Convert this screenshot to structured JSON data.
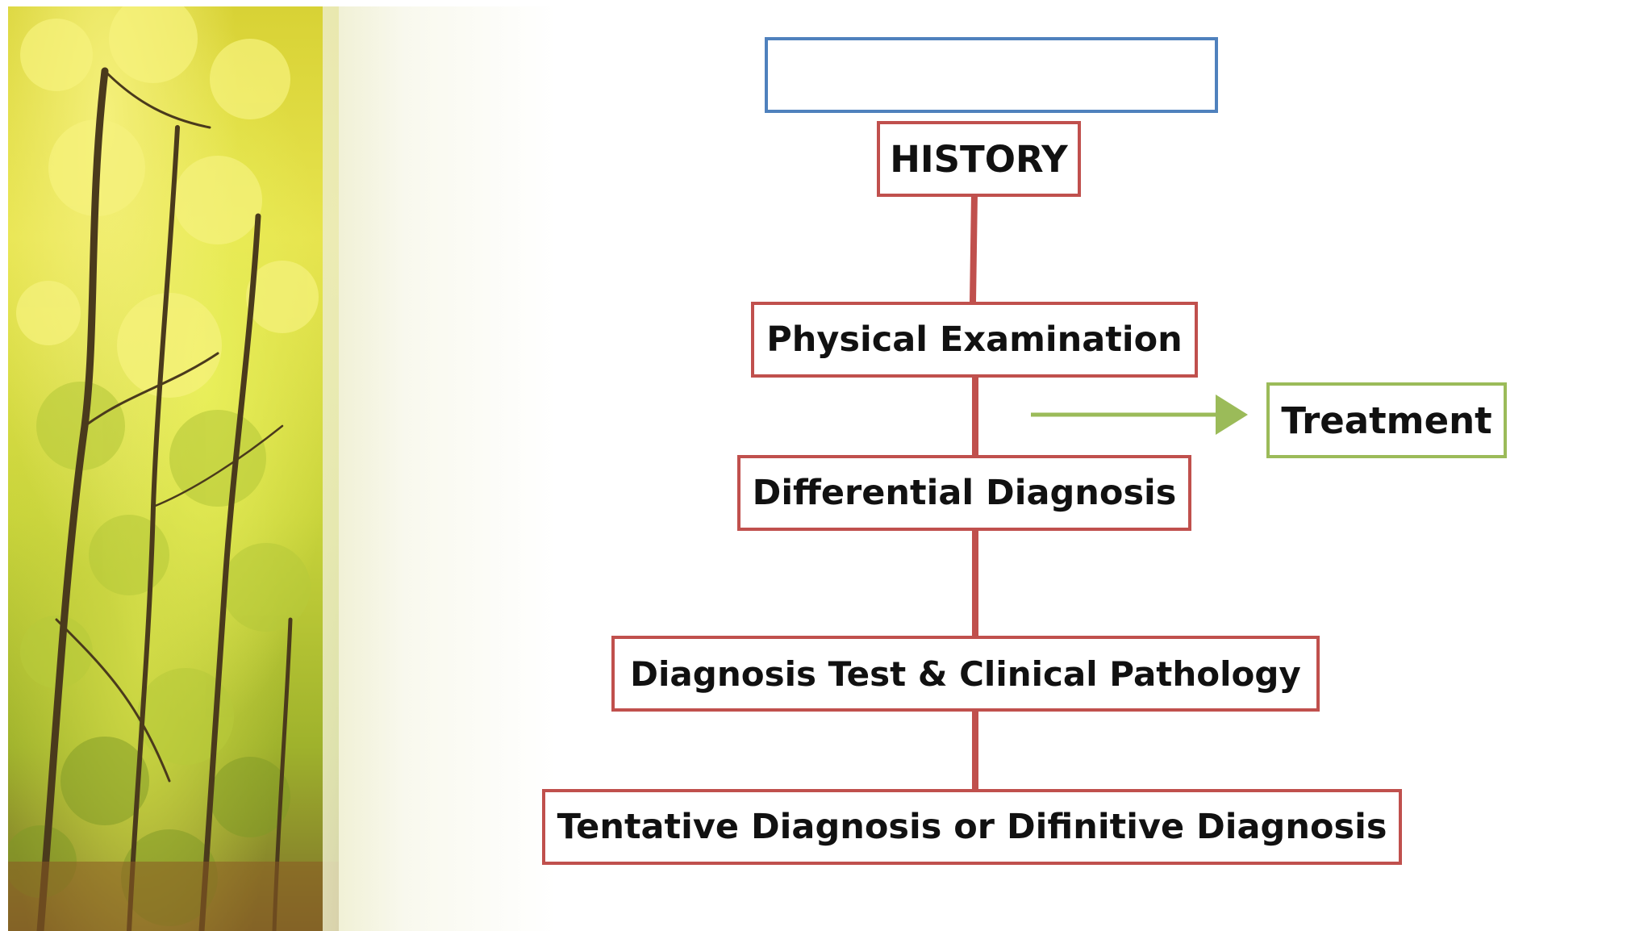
{
  "diagram": {
    "top_box": "",
    "nodes": {
      "history": "HISTORY",
      "physical": "Physical Examination",
      "differential": "Differential Diagnosis",
      "tests": "Diagnosis Test & Clinical Pathology",
      "tentative": "Tentative Diagnosis or Difinitive Diagnosis",
      "treatment": "Treatment"
    },
    "colors": {
      "flow_border": "#c0504d",
      "treatment_border": "#9bbb59",
      "title_border": "#4f81bd",
      "connector": "#c0504d",
      "arrow": "#9bbb59"
    }
  }
}
